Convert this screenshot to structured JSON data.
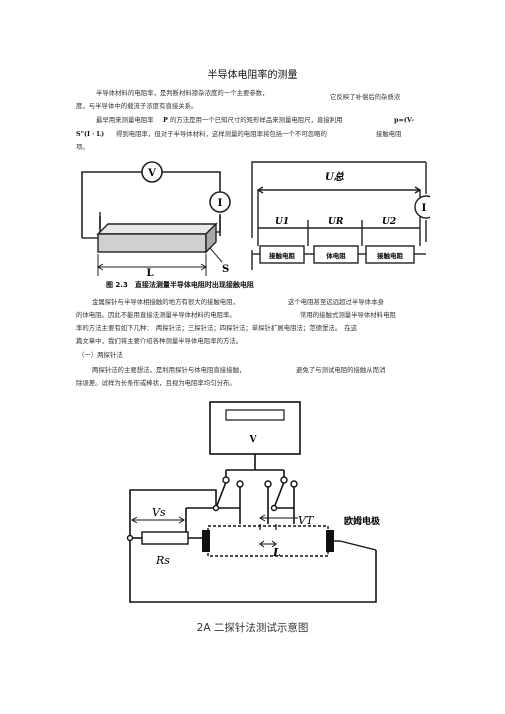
{
  "title": "半导体电阻率的测量",
  "para1": {
    "line1a": "半导体材料的电阻率，是判断材料掺杂浓度的一个主要参数，",
    "line1b": "它反映了补偿后的杂质浓",
    "line2": "度，与半导体中的载流子浓度有直接关系。"
  },
  "para2": {
    "line1a": "最早用来测量电阻率",
    "rho": "P",
    "line1b": "的方法是用一个已知尺寸的矩形样品来测量电阻尺，直接利用",
    "formula1": "p=(V-",
    "formula2": "S\"(I · L)",
    "line2b": "得到电阻率，但对于半导体材料，这样测量的电阻率将包括一个不可忽略的",
    "line2c": "接触电阻",
    "line3": "项。"
  },
  "figure1": {
    "v_label": "V",
    "i_label": "I",
    "l_label": "L",
    "s_label": "S",
    "u_total": "U总",
    "u1": "U1",
    "u_r": "UR",
    "u2": "U2",
    "i_right": "I",
    "box1": "接触电阻",
    "box2": "体电阻",
    "box3": "接触电阻",
    "caption": "图 2.3　直接法测量半导体电阻时出现接触电阻"
  },
  "para3": {
    "line1a": "金属探针与半导体相接触的地方有很大的接触电阻，",
    "line1b": "这个电阻甚至远远超过半导体本身",
    "line2a": "的体电阻。因此不能用直接法测量半导体材料的电阻率。",
    "line2b": "常用的接触式测量半导体材料电阻",
    "line3": "率的方法主要有如下几种：　两探针法；三探针法；四探针法；单探针扩展电阻法；范德堡法。　在这",
    "line4": "篇文章中，我们将主要介绍各种测量半导体电阻率的方法。"
  },
  "section1": "（一）两探针法",
  "para4": {
    "line1a": "两探针法的主要想法，是利用探针与体电阻直接接触，",
    "line1b": "避免了与测试电阻的接触从而消",
    "line2": "除误差。试样为长条形或棒状，且视为电阻率均匀分布。"
  },
  "figure2": {
    "v_label": "V",
    "vs_label": "Vs",
    "vt_label": "VT",
    "l_label": "L",
    "rs_label": "Rs",
    "electrode_label": "欧姆电极",
    "caption": "2A 二探针法测试示意图"
  }
}
